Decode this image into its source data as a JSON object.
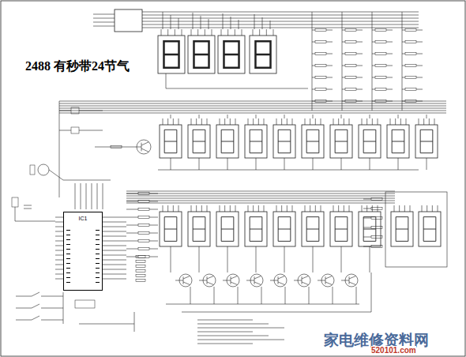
{
  "diagram": {
    "title": "2488 有秒带24节气",
    "nodes": [
      {
        "text": [
          "IC1"
        ]
      }
    ],
    "labels": [
      "家电维修资料网",
      "520101.com"
    ]
  }
}
